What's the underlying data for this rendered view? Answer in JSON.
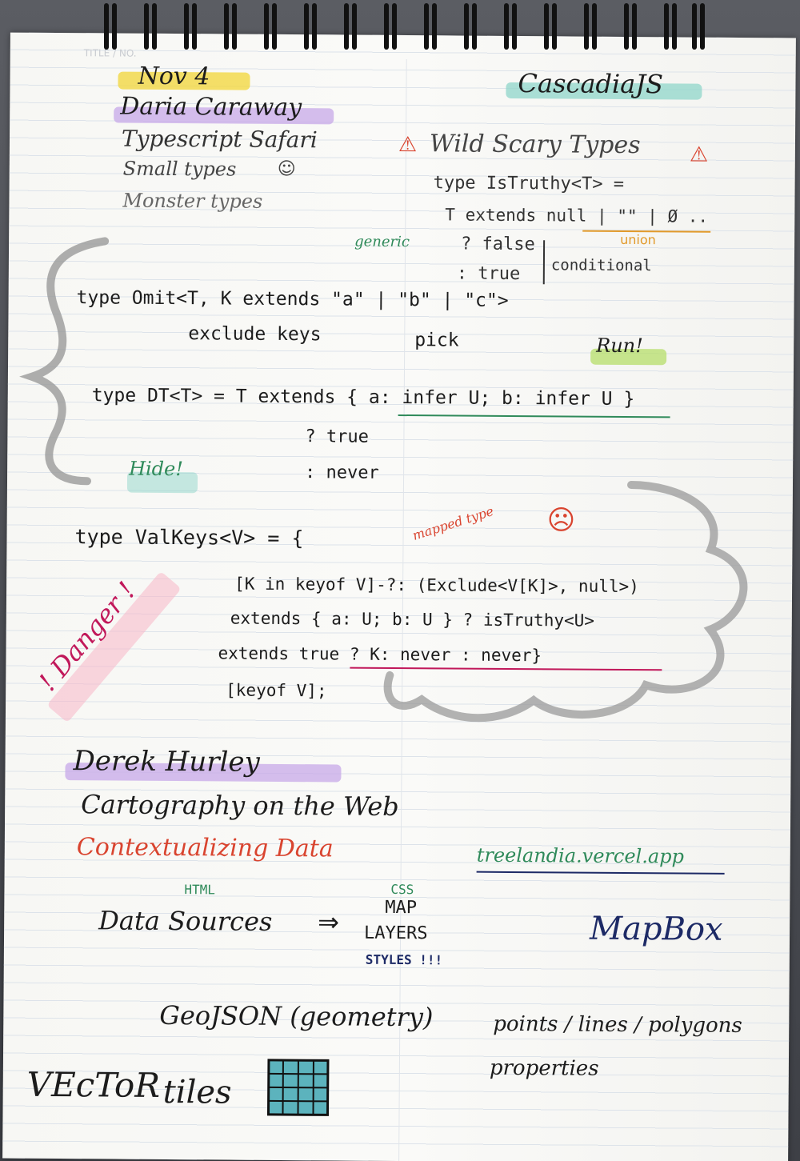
{
  "header": {
    "title_no": "TITLE / NO.",
    "date": "Nov 4",
    "event": "CascadiaJS"
  },
  "talk1": {
    "speaker": "Daria Caraway",
    "title": "Typescript Safari",
    "small": "Small types",
    "smile": "☺",
    "monster": "Monster types",
    "scary_title": "Wild Scary Types",
    "warn": "⚠",
    "istruthy_decl": "type IsTruthy<T> =",
    "t_extends": "T  extends  null | \"\" | Ø ..",
    "generic": "generic",
    "union": "union",
    "q_false": "? false",
    "colon_true": ": true",
    "conditional": "conditional",
    "omit": "type Omit<T, K extends \"a\" | \"b\" | \"c\">",
    "exclude_keys": "exclude   keys",
    "pick": "pick",
    "run": "Run!",
    "dt": "type  DT<T> = T extends { a: infer U; b: infer U }",
    "dt_true": "? true",
    "dt_never": ": never",
    "hide": "Hide!",
    "valkeys": "type  ValKeys<V> = {",
    "mapped_type": "mapped type",
    "line1": "[K in keyof V]-?: (Exclude<V[K]>, null>)",
    "line2": "extends { a: U; b: U } ? isTruthy<U>",
    "line3": "extends  true ? K: never : never}",
    "line4": "[keyof V];",
    "danger": "! Danger !"
  },
  "talk2": {
    "speaker": "Derek Hurley",
    "title": "Cartography on the Web",
    "subtitle": "Contextualizing Data",
    "url": "treelandia.vercel.app",
    "html": "HTML",
    "css": "CSS",
    "data_sources": "Data Sources",
    "arrow": "⇒",
    "map": "MAP",
    "layers": "LAYERS",
    "styles": "STYLES !!!",
    "mapbox": "MapBox",
    "geojson": "GeoJSON (geometry)",
    "points": "points / lines / polygons",
    "properties": "properties",
    "vector": "VEcToR",
    "tiles": "tiles"
  },
  "colors": {
    "yellow_hl": "#f1d637",
    "teal_hl": "#8fd6c9",
    "purple_hl": "#c7a8e8",
    "green_hl": "#b5dd6a",
    "pink_hl": "#f7b7c6",
    "ink_black": "#1c1c1c",
    "ink_red": "#d9442f",
    "ink_green": "#2f8a5a",
    "ink_orange": "#e29a2a",
    "ink_navy": "#1d2a66",
    "ink_magenta": "#c1185a",
    "grey_cloud": "#9a9a9a"
  }
}
